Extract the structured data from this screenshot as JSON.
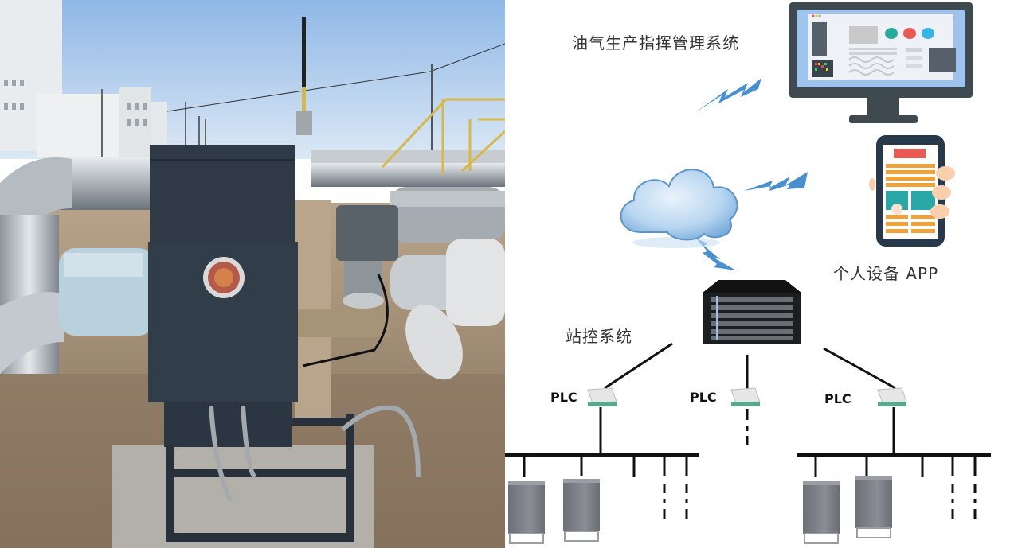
{
  "photo": {
    "description": "Outdoor oil and gas wellsite equipment: dark blue-gray instrument cabinet with antenna, pipes and valves, buildings in background"
  },
  "diagram": {
    "labels": {
      "command_system": "油气生产指挥管理系统",
      "mobile_app": "个人设备 APP",
      "station_control": "站控系统"
    },
    "plc_nodes": [
      {
        "label": "PLC"
      },
      {
        "label": "PLC"
      },
      {
        "label": "PLC"
      }
    ],
    "icons": {
      "monitor": "desktop-monitor-icon",
      "phone": "smartphone-in-hand-icon",
      "cloud": "cloud-icon",
      "server": "network-switch-icon",
      "plc": "plc-module-icon",
      "cabinet": "equipment-cabinet-icon",
      "wireless": "lightning-wireless-link-icon"
    },
    "colors": {
      "lightning": "#4a8fd0",
      "cloud": "#7fb6e6",
      "monitor_frame": "#3e4a50",
      "screen": "#dfe8f5",
      "phone_frame": "#27394a",
      "phone_orange": "#f0a23a",
      "phone_red": "#ea5a54",
      "phone_teal": "#2aa8a8",
      "cabinet_gray": "#7a7d84",
      "bus_line": "#111111"
    }
  }
}
